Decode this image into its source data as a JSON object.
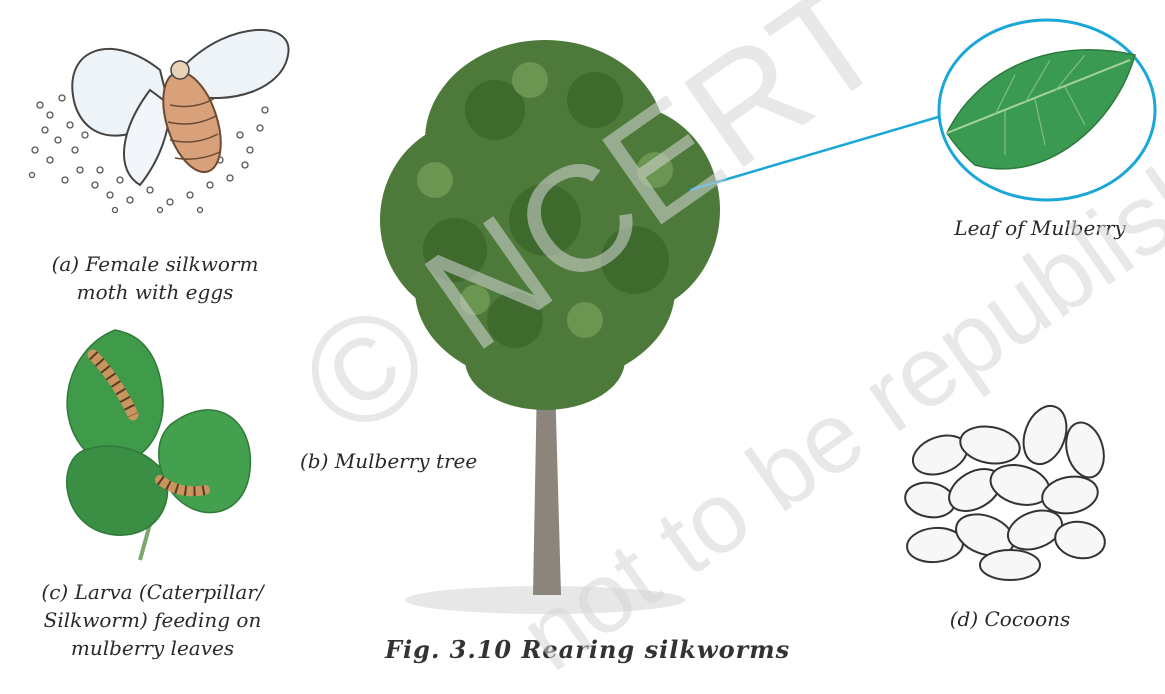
{
  "captions": {
    "moth": [
      "(a) Female silkworm",
      "moth with eggs"
    ],
    "tree": "(b) Mulberry tree",
    "larva": [
      "(c) Larva (Caterpillar/",
      "Silkworm) feeding on",
      "mulberry leaves"
    ],
    "cocoons": "(d) Cocoons",
    "leaf": "Leaf of Mulberry"
  },
  "figure_label": "Fig. 3.10 Rearing silkworms",
  "watermark": {
    "line1": "© NCERT",
    "line2": "not to be republished"
  },
  "colors": {
    "leaf_green": "#3f9a4a",
    "tree_green": "#4d7a3a",
    "callout_line": "#1aa7d8",
    "larva_tan": "#c9955e",
    "text": "#2a2a2a"
  }
}
